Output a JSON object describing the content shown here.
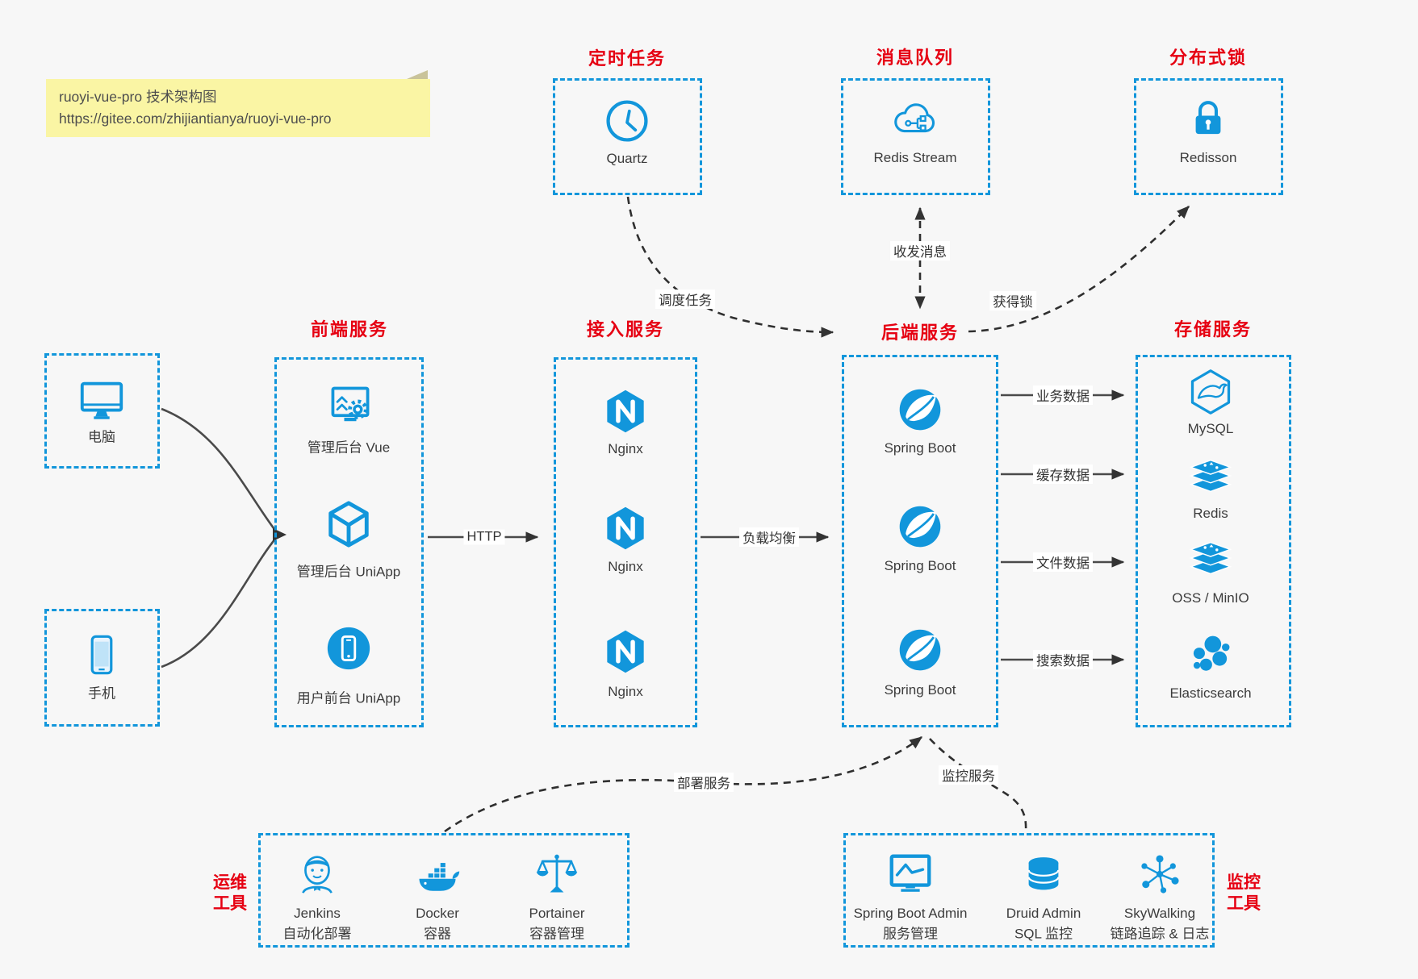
{
  "note": {
    "line1": "ruoyi-vue-pro 技术架构图",
    "line2": "https://gitee.com/zhijiantianya/ruoyi-vue-pro"
  },
  "colors": {
    "accent_blue": "#1296db",
    "title_red": "#e60012",
    "note_yellow": "#faf5a4",
    "background": "#f7f7f7"
  },
  "groups": {
    "scheduled": {
      "title": "定时任务",
      "items": [
        {
          "label": "Quartz",
          "icon": "clock-icon"
        }
      ]
    },
    "mq": {
      "title": "消息队列",
      "items": [
        {
          "label": "Redis Stream",
          "icon": "cloud-stream-icon"
        }
      ]
    },
    "lock": {
      "title": "分布式锁",
      "items": [
        {
          "label": "Redisson",
          "icon": "lock-icon"
        }
      ]
    },
    "clients": {
      "computer_label": "电脑",
      "phone_label": "手机"
    },
    "frontend": {
      "title": "前端服务",
      "items": [
        {
          "label": "管理后台 Vue",
          "icon": "admin-vue-icon"
        },
        {
          "label": "管理后台 UniApp",
          "icon": "cube-icon"
        },
        {
          "label": "用户前台 UniApp",
          "icon": "mobile-app-icon"
        }
      ]
    },
    "gateway": {
      "title": "接入服务",
      "items": [
        {
          "label": "Nginx",
          "icon": "nginx-icon"
        },
        {
          "label": "Nginx",
          "icon": "nginx-icon"
        },
        {
          "label": "Nginx",
          "icon": "nginx-icon"
        }
      ]
    },
    "backend": {
      "title": "后端服务",
      "items": [
        {
          "label": "Spring Boot",
          "icon": "spring-icon"
        },
        {
          "label": "Spring Boot",
          "icon": "spring-icon"
        },
        {
          "label": "Spring Boot",
          "icon": "spring-icon"
        }
      ]
    },
    "storage": {
      "title": "存储服务",
      "items": [
        {
          "label": "MySQL",
          "icon": "mysql-icon"
        },
        {
          "label": "Redis",
          "icon": "redis-stack-icon"
        },
        {
          "label": "OSS / MinIO",
          "icon": "oss-stack-icon"
        },
        {
          "label": "Elasticsearch",
          "icon": "elasticsearch-icon"
        }
      ]
    },
    "ops": {
      "title_line1": "运维",
      "title_line2": "工具",
      "items": [
        {
          "name": "Jenkins",
          "desc": "自动化部署",
          "icon": "jenkins-icon"
        },
        {
          "name": "Docker",
          "desc": "容器",
          "icon": "docker-icon"
        },
        {
          "name": "Portainer",
          "desc": "容器管理",
          "icon": "portainer-icon"
        }
      ]
    },
    "monitoring": {
      "title_line1": "监控",
      "title_line2": "工具",
      "items": [
        {
          "name": "Spring Boot Admin",
          "desc": "服务管理",
          "icon": "springboot-admin-icon"
        },
        {
          "name": "Druid Admin",
          "desc": "SQL 监控",
          "icon": "druid-icon"
        },
        {
          "name": "SkyWalking",
          "desc": "链路追踪 & 日志",
          "icon": "skywalking-icon"
        }
      ]
    }
  },
  "edges": {
    "http": "HTTP",
    "load_balance": "负载均衡",
    "business_data": "业务数据",
    "cache_data": "缓存数据",
    "file_data": "文件数据",
    "search_data": "搜索数据",
    "schedule_job": "调度任务",
    "send_receive_message": "收发消息",
    "acquire_lock": "获得锁",
    "deploy_service": "部署服务",
    "monitor_service": "监控服务"
  }
}
